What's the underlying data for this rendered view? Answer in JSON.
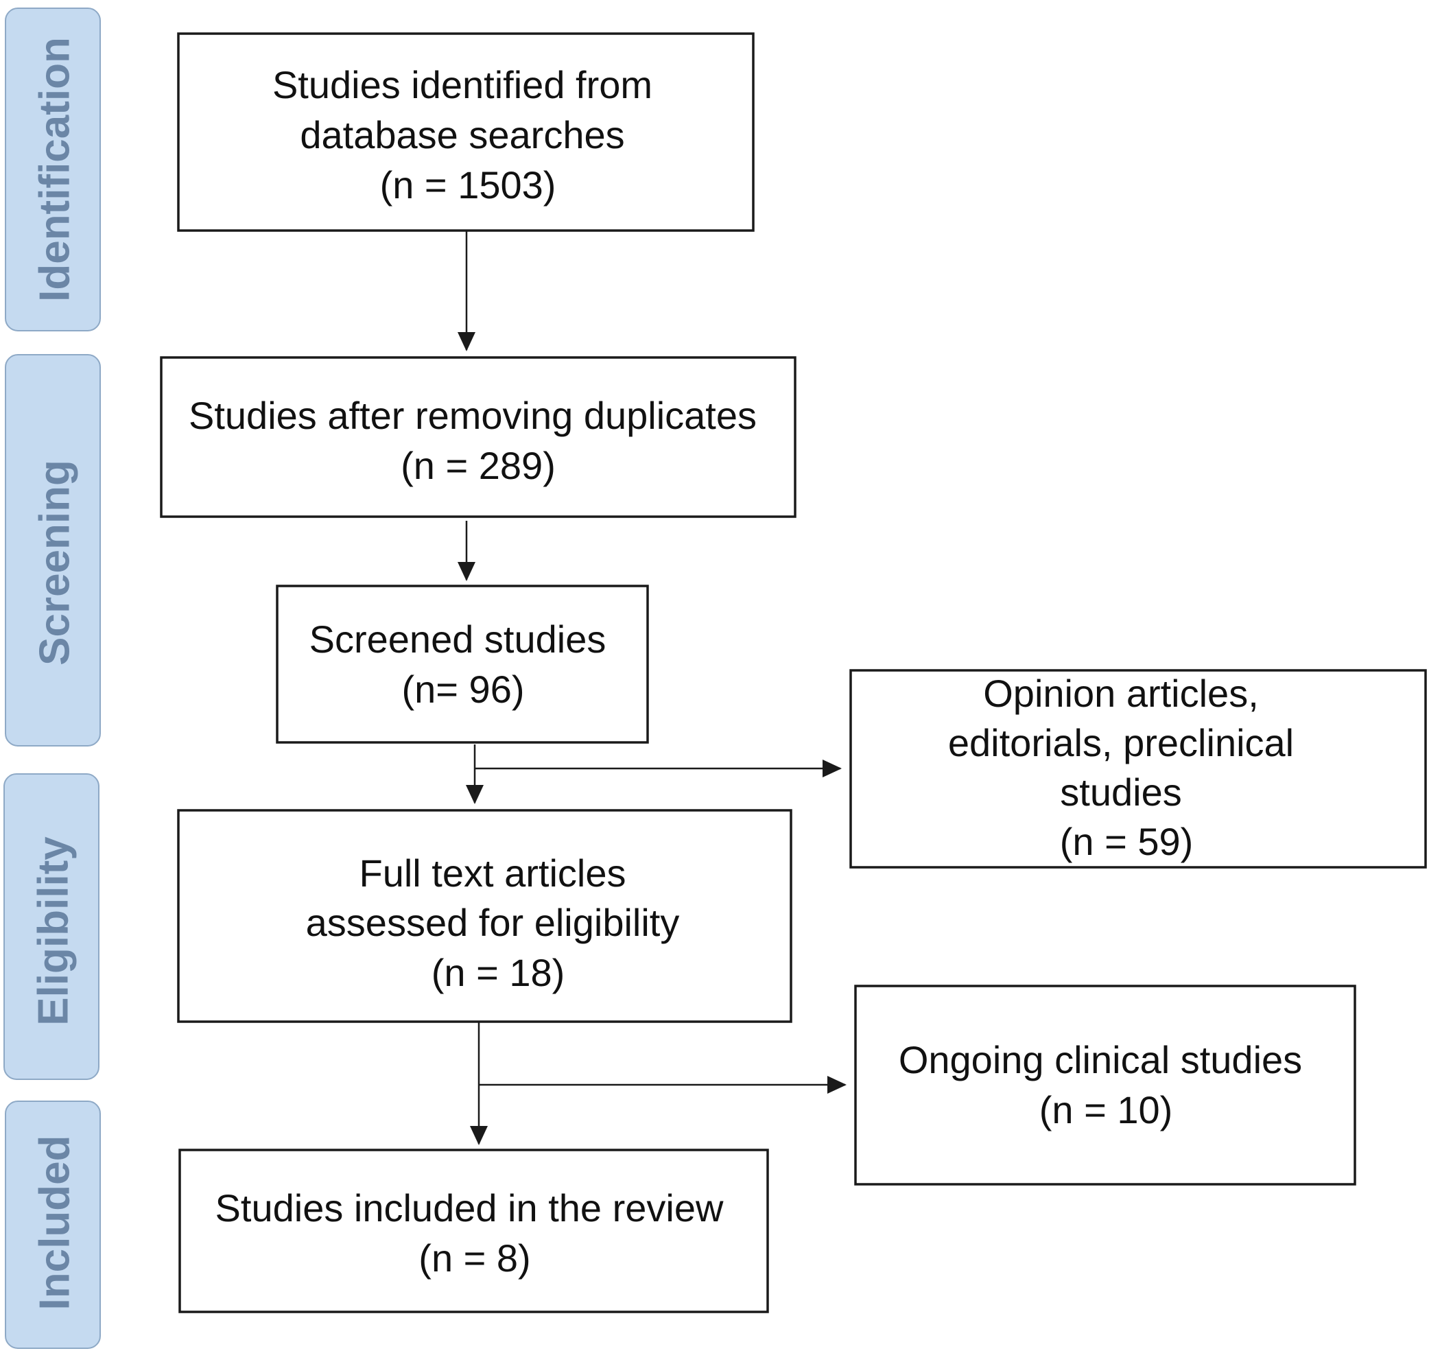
{
  "stages": {
    "identification": "Identification",
    "screening": "Screening",
    "eligibility": "Eligibility",
    "included": "Included"
  },
  "nodes": {
    "identified": {
      "line1": "Studies identified from",
      "line2": "database searches",
      "line3": "(n = 1503)"
    },
    "deduplicated": {
      "line1": "Studies after removing duplicates",
      "line2": "(n = 289)"
    },
    "screened": {
      "line1": "Screened studies",
      "line2": "(n= 96)"
    },
    "excluded_opinion": {
      "line1": "Opinion articles,",
      "line2": "editorials, preclinical",
      "line3": "studies",
      "line4": "(n = 59)"
    },
    "full_text": {
      "line1": "Full text articles",
      "line2": "assessed for eligibility",
      "line3": "(n = 18)"
    },
    "excluded_ongoing": {
      "line1": "Ongoing clinical studies",
      "line2": "(n = 10)"
    },
    "included": {
      "line1": "Studies included in the review",
      "line2": "(n = 8)"
    }
  },
  "colors": {
    "stage_fill": "#c5daf0",
    "stage_border": "#8ea9c6",
    "stage_text": "#6b86a6",
    "box_border": "#1a1a1a"
  }
}
